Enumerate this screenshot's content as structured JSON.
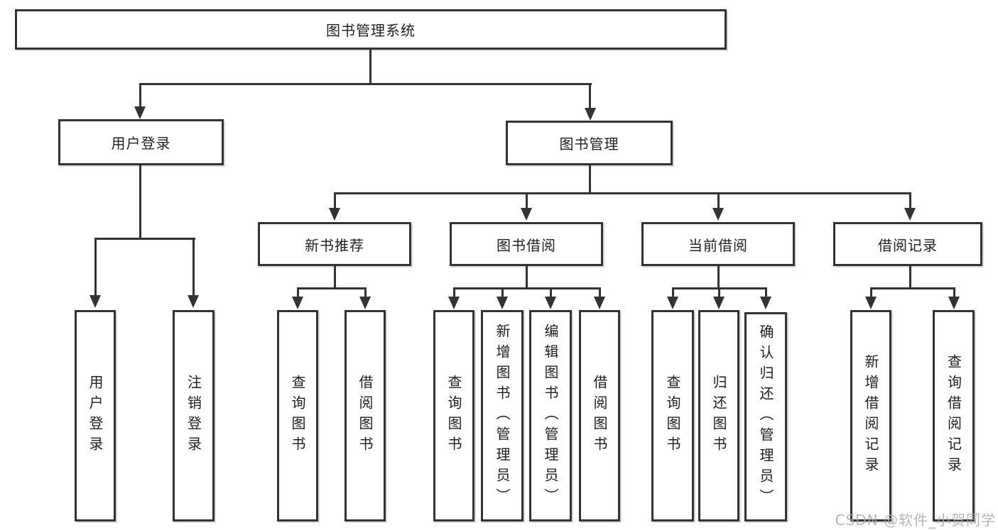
{
  "tree": {
    "label": "图书管理系统",
    "children": [
      {
        "label": "用户登录",
        "children": [
          {
            "label": "用户登录"
          },
          {
            "label": "注销登录"
          }
        ]
      },
      {
        "label": "图书管理",
        "children": [
          {
            "label": "新书推荐",
            "children": [
              {
                "label": "查询图书"
              },
              {
                "label": "借阅图书"
              }
            ]
          },
          {
            "label": "图书借阅",
            "children": [
              {
                "label": "查询图书"
              },
              {
                "label": "新增图书（管理员）"
              },
              {
                "label": "编辑图书（管理员）"
              },
              {
                "label": "借阅图书"
              }
            ]
          },
          {
            "label": "当前借阅",
            "children": [
              {
                "label": "查询图书"
              },
              {
                "label": "归还图书"
              },
              {
                "label": "确认归还（管理员）"
              }
            ]
          },
          {
            "label": "借阅记录",
            "children": [
              {
                "label": "新增借阅记录"
              },
              {
                "label": "查询借阅记录"
              }
            ]
          }
        ]
      }
    ]
  },
  "watermark": {
    "text": "CSDN @软件_小贺同学"
  },
  "colors": {
    "line": "#333333",
    "box_border": "#333333",
    "text": "#1f1f1f",
    "background": "#ffffff",
    "watermark": "#aaaaaa"
  }
}
